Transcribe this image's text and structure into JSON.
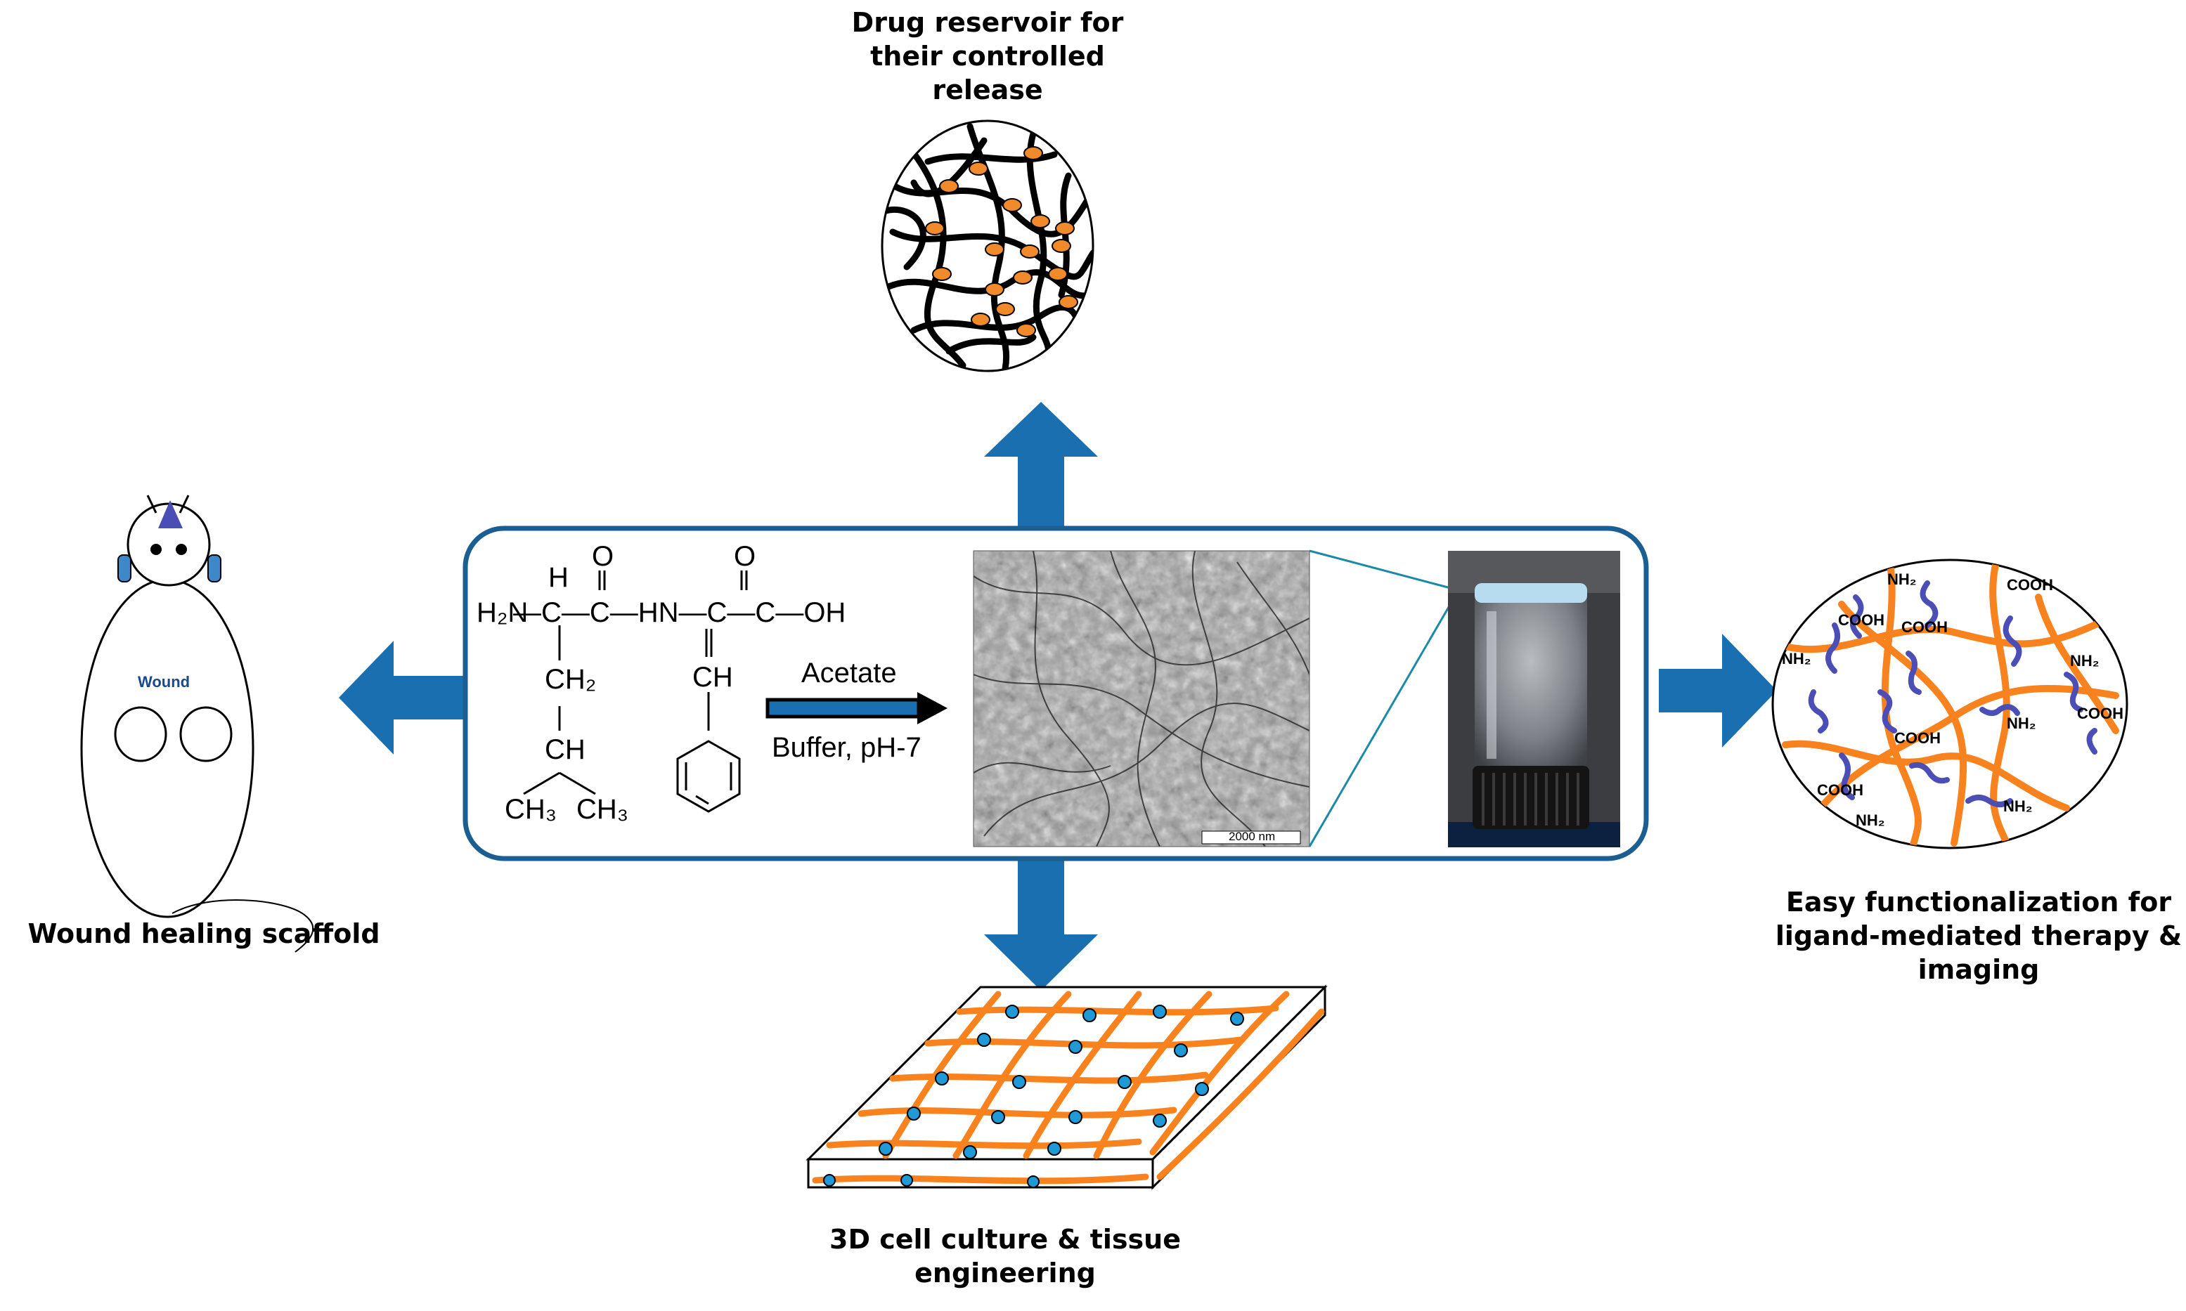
{
  "captions": {
    "top": "Drug reservoir for their controlled release",
    "left": "Wound healing scaffold",
    "right": "Easy functionalization for ligand-mediated therapy & imaging",
    "bottom": "3D cell culture & tissue engineering"
  },
  "center_panel": {
    "reaction_arrow_top": "Acetate",
    "reaction_arrow_bottom": "Buffer, pH-7",
    "scale_bar": "2000 nm",
    "molecule": {
      "h": "H",
      "o1": "O",
      "o2": "O",
      "h2n": "H₂N",
      "backbone": "—C—C—HN—C—C—OH",
      "ch2": "CH₂",
      "ch": "CH",
      "ch_right": "CH",
      "ch3_left": "CH₃",
      "ch3_right": "CH₃"
    }
  },
  "mouse": {
    "label": "Wound"
  },
  "functional_groups": {
    "cooh": "COOH",
    "nh": "NH₂"
  },
  "colors": {
    "arrow_blue": "#1a6fb0",
    "panel_border": "#1a5e92",
    "fiber_orange": "#f7821e",
    "chain_purple": "#4b4fb5",
    "drug_orange": "#f08a2a",
    "cell_blue": "#1f9ad6"
  }
}
